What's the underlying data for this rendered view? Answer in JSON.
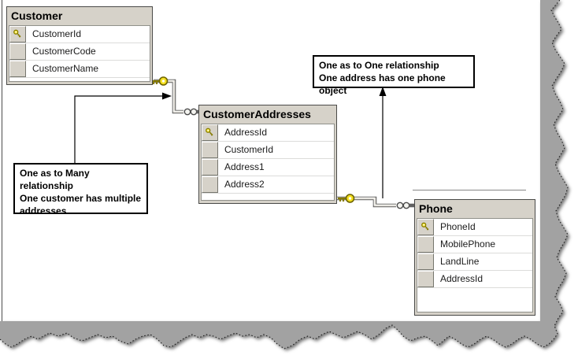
{
  "diagram": {
    "tables": [
      {
        "name": "Customer",
        "columns": [
          {
            "label": "CustomerId",
            "primary_key": true
          },
          {
            "label": "CustomerCode",
            "primary_key": false
          },
          {
            "label": "CustomerName",
            "primary_key": false
          }
        ]
      },
      {
        "name": "CustomerAddresses",
        "columns": [
          {
            "label": "AddressId",
            "primary_key": true
          },
          {
            "label": "CustomerId",
            "primary_key": false
          },
          {
            "label": "Address1",
            "primary_key": false
          },
          {
            "label": "Address2",
            "primary_key": false
          }
        ]
      },
      {
        "name": "Phone",
        "columns": [
          {
            "label": "PhoneId",
            "primary_key": true
          },
          {
            "label": "MobilePhone",
            "primary_key": false
          },
          {
            "label": "LandLine",
            "primary_key": false
          },
          {
            "label": "AddressId",
            "primary_key": false
          }
        ]
      }
    ],
    "relationships": [
      {
        "from": "Customer",
        "to": "CustomerAddresses",
        "cardinality": "one-to-many",
        "from_symbol": "key-icon",
        "to_symbol": "infinity-many-icon"
      },
      {
        "from": "CustomerAddresses",
        "to": "Phone",
        "cardinality": "one-to-one",
        "from_symbol": "key-icon",
        "to_symbol": "infinity-many-icon"
      }
    ],
    "annotations": [
      {
        "lines": [
          "One as to One relationship",
          "One address has one phone object"
        ]
      },
      {
        "lines": [
          "One as to Many relationship",
          "One customer has multiple",
          "addresses"
        ]
      }
    ],
    "colors": {
      "table_header_bg": "#d6d2c9",
      "row_bg": "#ffffff",
      "grid_line": "#dcdcda",
      "key_yellow": "#f5e63c",
      "torn_edge_gray": "#a2a2a2"
    }
  }
}
